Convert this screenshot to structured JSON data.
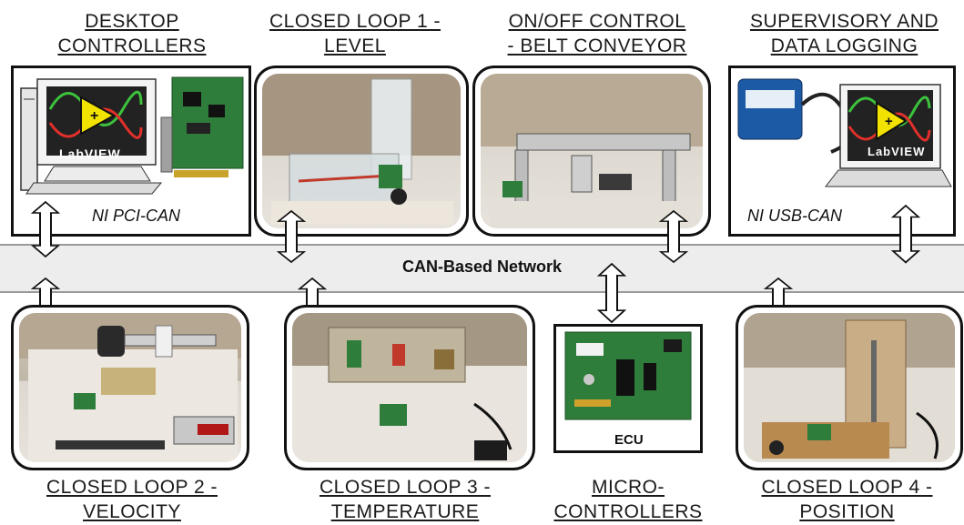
{
  "titles": {
    "desktop": "DESKTOP\nCONTROLLERS",
    "loop1": "CLOSED LOOP 1 -\nLEVEL",
    "onoff": "ON/OFF CONTROL\n- BELT CONVEYOR",
    "supervisory": "SUPERVISORY AND\nDATA LOGGING",
    "loop2": "CLOSED LOOP 2 -\nVELOCITY",
    "loop3": "CLOSED LOOP 3 -\nTEMPERATURE",
    "micro": "MICRO-\nCONTROLLERS",
    "loop4": "CLOSED LOOP 4 -\nPOSITION"
  },
  "network_label": "CAN-Based Network",
  "ni_pci_label": "NI PCI-CAN",
  "ni_usb_label": "NI USB-CAN",
  "ecu_label": "ECU",
  "labview_text": "LabVIEW",
  "colors": {
    "border": "#111111",
    "band": "#ededed",
    "pcb_green": "#2f7d3a",
    "labview_yellow": "#f2e200"
  }
}
